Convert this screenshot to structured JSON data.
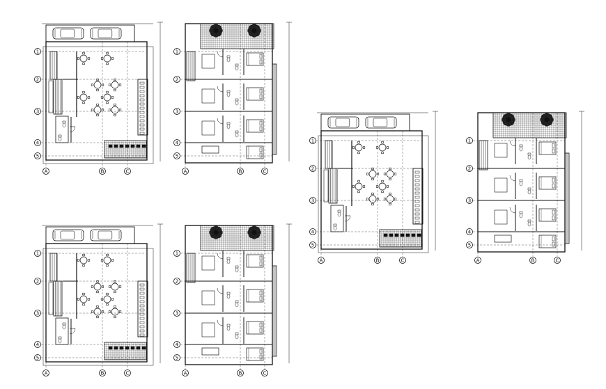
{
  "grid_rows": [
    "1",
    "2",
    "3",
    "4",
    "5"
  ],
  "grid_cols": [
    "A",
    "B",
    "C"
  ],
  "sheets": [
    {
      "kind": "restaurant-ground-floor"
    },
    {
      "kind": "residential-upper-floor"
    },
    {
      "kind": "restaurant-ground-floor"
    },
    {
      "kind": "residential-upper-floor"
    },
    {
      "kind": "restaurant-ground-floor"
    },
    {
      "kind": "residential-upper-floor"
    }
  ],
  "colors": {
    "line": "#111111",
    "hatch": "#333333",
    "background": "#ffffff"
  }
}
